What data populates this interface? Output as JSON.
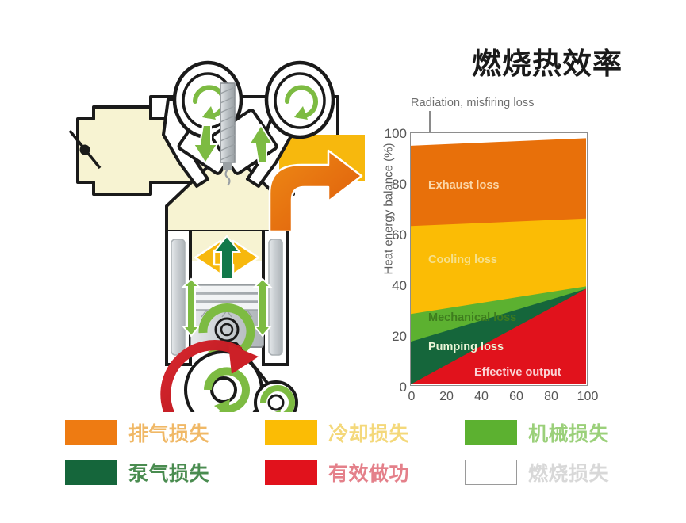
{
  "chart_data": {
    "type": "area",
    "title": "燃烧热效率",
    "xlabel": "",
    "ylabel": "Heat energy balance (%)",
    "xlim": [
      0,
      100
    ],
    "ylim": [
      0,
      100
    ],
    "grid": false,
    "legend_position": "bottom",
    "annotation": "Radiation, misfiring loss",
    "x_ticks": [
      "0",
      "20",
      "40",
      "60",
      "80",
      "100"
    ],
    "y_ticks": [
      "0",
      "20",
      "40",
      "60",
      "80",
      "100"
    ],
    "x": [
      0,
      100
    ],
    "stacking": "from-bottom",
    "series": [
      {
        "name": "Effective output",
        "label": "Effective output",
        "color": "#E1121C",
        "values": [
          0,
          38
        ]
      },
      {
        "name": "Pumping loss",
        "label": "Pumping loss",
        "color": "#15663B",
        "values": [
          17,
          38
        ]
      },
      {
        "name": "Mechanical loss",
        "label": "Mechanical loss",
        "color": "#5CB130",
        "values": [
          28,
          39
        ]
      },
      {
        "name": "Cooling loss",
        "label": "Cooling loss",
        "color": "#FBBC05",
        "values": [
          63,
          66
        ]
      },
      {
        "name": "Exhaust loss",
        "label": "Exhaust loss",
        "color": "#E8700A",
        "values": [
          95,
          98
        ]
      },
      {
        "name": "Radiation, misfiring loss",
        "label": "",
        "color": "#FFFFFF",
        "values": [
          100,
          100
        ]
      }
    ]
  },
  "chart": {
    "title": "燃烧热效率",
    "y_axis_title": "Heat energy balance (%)",
    "radiation_note": "Radiation, misfiring loss",
    "y_ticks": [
      {
        "label": "100",
        "value": 100
      },
      {
        "label": "80",
        "value": 80
      },
      {
        "label": "60",
        "value": 60
      },
      {
        "label": "40",
        "value": 40
      },
      {
        "label": "20",
        "value": 20
      },
      {
        "label": "0",
        "value": 0
      }
    ],
    "x_ticks": [
      {
        "label": "0",
        "value": 0
      },
      {
        "label": "20",
        "value": 20
      },
      {
        "label": "40",
        "value": 40
      },
      {
        "label": "60",
        "value": 60
      },
      {
        "label": "80",
        "value": 80
      },
      {
        "label": "100",
        "value": 100
      }
    ],
    "band_labels": [
      {
        "text": "Exhaust loss",
        "color": "#FBD7A8"
      },
      {
        "text": "Cooling loss",
        "color": "#F6E08A"
      },
      {
        "text": "Mechanical loss",
        "color": "#3E7C1E"
      },
      {
        "text": "Pumping loss",
        "color": "#EAF5D8"
      },
      {
        "text": "Effective output",
        "color": "#FBD3D5"
      }
    ]
  },
  "legend": {
    "rows": [
      [
        {
          "swatch_color": "#EE7B12",
          "label": "排气损失",
          "text_color": "#F0B866",
          "border": "none"
        },
        {
          "swatch_color": "#FBBC05",
          "label": "冷却损失",
          "text_color": "#F4D87A",
          "border": "none"
        },
        {
          "swatch_color": "#5CB130",
          "label": "机械损失",
          "text_color": "#9BD07A",
          "border": "none"
        }
      ],
      [
        {
          "swatch_color": "#15663B",
          "label": "泵气损失",
          "text_color": "#4A8C50",
          "border": "none"
        },
        {
          "swatch_color": "#E1121C",
          "label": "有效做功",
          "text_color": "#E4808A",
          "border": "none"
        },
        {
          "swatch_color": "#FFFFFF",
          "label": "燃烧损失",
          "text_color": "#D8D8D8",
          "border": "#9a9a9a"
        }
      ]
    ]
  },
  "diagram": {
    "name": "engine-cross-section",
    "parts": [
      {
        "name": "intake-port",
        "label": ""
      },
      {
        "name": "exhaust-port",
        "label": ""
      },
      {
        "name": "intake-valve",
        "label": ""
      },
      {
        "name": "exhaust-valve",
        "label": ""
      },
      {
        "name": "spark-plug",
        "label": ""
      },
      {
        "name": "piston",
        "label": ""
      },
      {
        "name": "connecting-rod",
        "label": ""
      },
      {
        "name": "crankshaft",
        "label": ""
      },
      {
        "name": "throttle-plate",
        "label": ""
      }
    ],
    "colors": {
      "intake_charge": "#F7F3D2",
      "exhaust_flow": "#F7B80D",
      "exhaust_arrow": "#E8700A",
      "heat_arrow_green": "#7DBB42",
      "work_arrow_dark_green": "#11784A",
      "rotation_arrow_red": "#CC2027",
      "metal": "#CFD3D6",
      "outline": "#1a1a1a"
    }
  }
}
